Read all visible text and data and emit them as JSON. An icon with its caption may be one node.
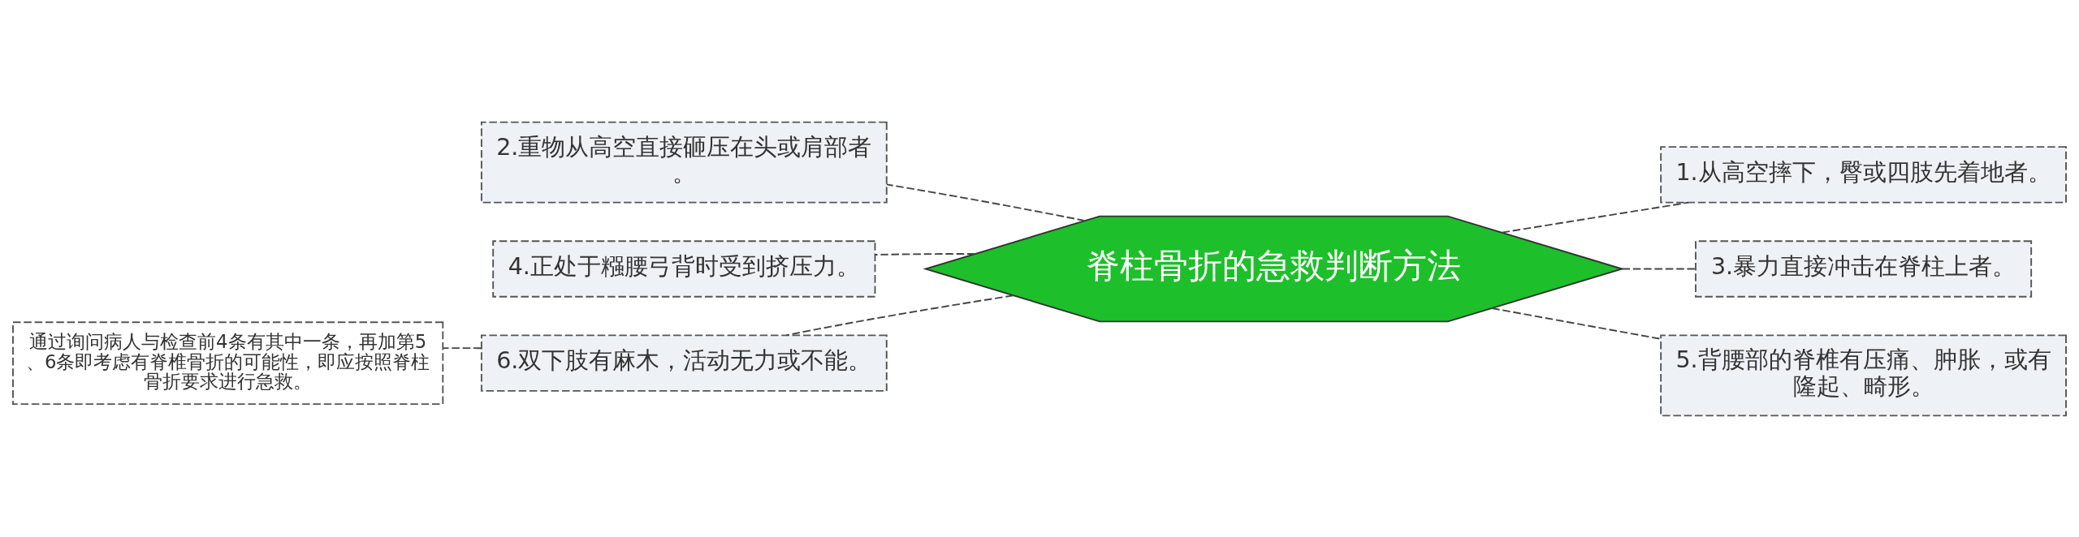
{
  "diagram": {
    "nodes": [
      {
        "text": [
          "脊柱骨折的急救判断方法"
        ]
      },
      {
        "text": [
          "1.从高空摔下，臀或四肢先着地者。"
        ]
      },
      {
        "text": [
          "2.重物从高空直接砸压在头或肩部者。"
        ]
      },
      {
        "text": [
          "3.暴力直接冲击在脊柱上者。"
        ]
      },
      {
        "text": [
          "4.正处于糨腰弓背时受到挤压力。"
        ]
      },
      {
        "text": [
          "5.背腰部的脊椎有压痛、肿胀，或有隆起、畸形。"
        ]
      },
      {
        "text": [
          "6.双下肢有麻木，活动无力或不能。"
        ]
      },
      {
        "text": [
          "通过询问病人与检查前4条有其中一条，再加第5、6条即考虑有脊椎骨折的可能性，即应按照脊柱骨折要求进行急救。"
        ]
      }
    ],
    "edges": [
      {
        "from": 0,
        "to": 1,
        "arrow": "none",
        "style": "dashed"
      },
      {
        "from": 0,
        "to": 2,
        "arrow": "none",
        "style": "dashed"
      },
      {
        "from": 0,
        "to": 3,
        "arrow": "none",
        "style": "dashed"
      },
      {
        "from": 0,
        "to": 4,
        "arrow": "none",
        "style": "dashed"
      },
      {
        "from": 0,
        "to": 5,
        "arrow": "none",
        "style": "dashed"
      },
      {
        "from": 0,
        "to": 6,
        "arrow": "none",
        "style": "dashed"
      },
      {
        "from": 6,
        "to": 7,
        "arrow": "none",
        "style": "dashed"
      }
    ]
  }
}
